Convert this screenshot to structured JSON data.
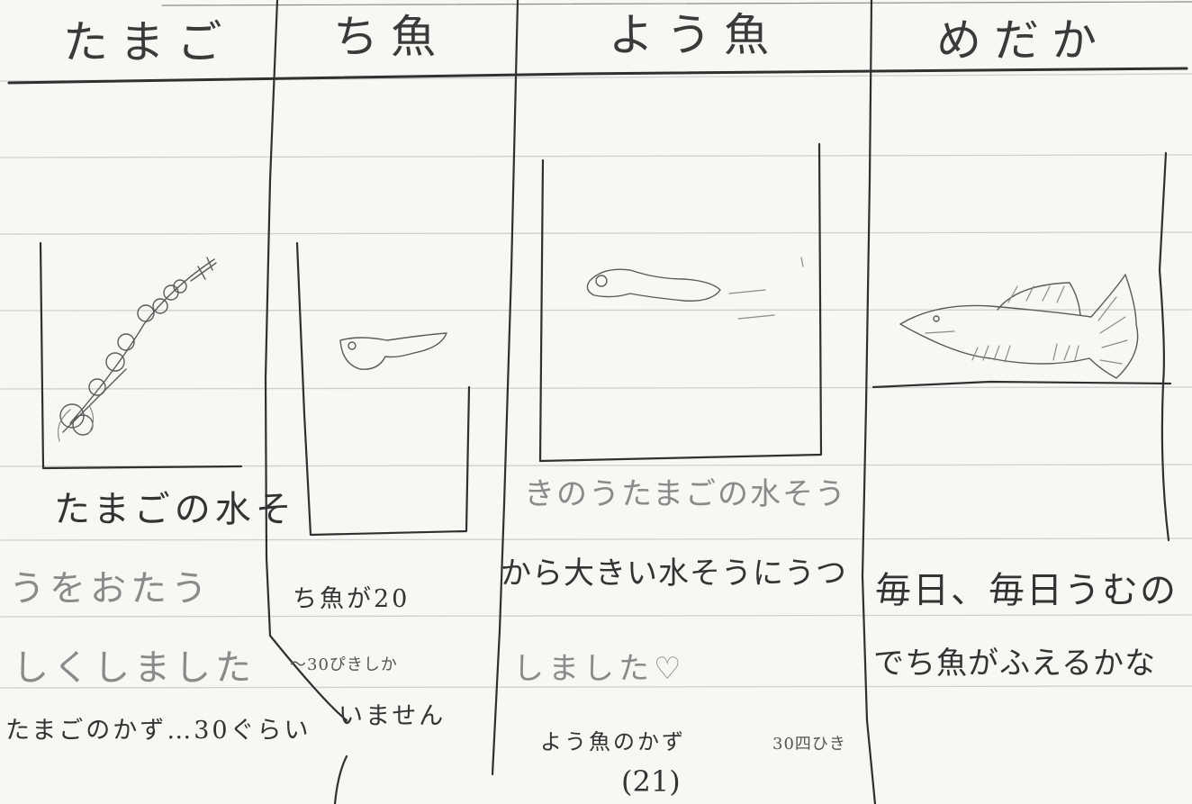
{
  "headers": {
    "col1": "たまご",
    "col2": "ち魚",
    "col3": "よう魚",
    "col4": "めだか"
  },
  "captions": {
    "col1": {
      "line1": "たまごの水そ",
      "line2": "うをおたう",
      "line3": "しくしました",
      "line4": "たまごのかず…30ぐらい"
    },
    "col2": {
      "line1": "ち魚が20",
      "line2": "〜30ぴきしか",
      "line3": "いません"
    },
    "col3": {
      "line1": "きのうたまごの水そう",
      "line2": "から大きい水そうにうつ",
      "line3": "しました♡",
      "line4": "よう魚のかず",
      "count": "30四ひき"
    },
    "col4": {
      "line1": "毎日、毎日うむの",
      "line2": "でち魚がふえるかな"
    }
  },
  "page_number": "(21)",
  "drawings": {
    "col1": "egg-cluster-on-plant-icon",
    "col2": "fry-tadpole-fish-icon",
    "col3": "young-fish-icon",
    "col4": "medaka-fish-icon"
  }
}
